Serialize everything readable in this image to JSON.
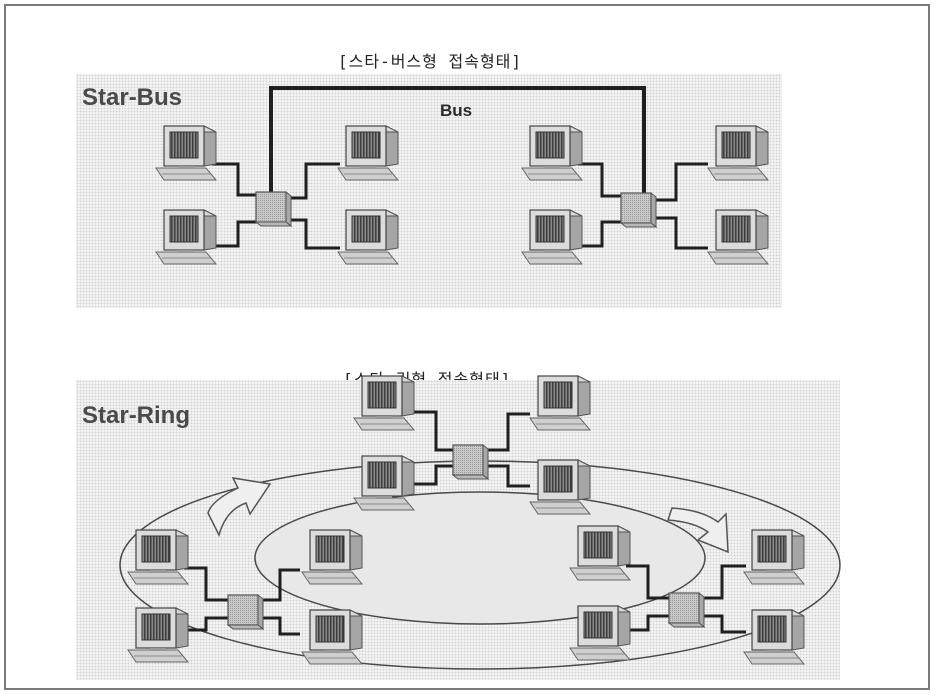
{
  "captions": {
    "star_bus": "[스타-버스형 접속형태]",
    "star_ring": "[스타-링형 접속형태]"
  },
  "star_bus": {
    "title": "Star-Bus",
    "bus_label": "Bus"
  },
  "star_ring": {
    "title": "Star-Ring"
  },
  "icons": [
    "computer-icon",
    "hub-icon",
    "ring-arrow-icon"
  ],
  "colors": {
    "frame": "#7a7a7a",
    "cable": "#1f1f1f",
    "panel": "#f2f2f2"
  }
}
